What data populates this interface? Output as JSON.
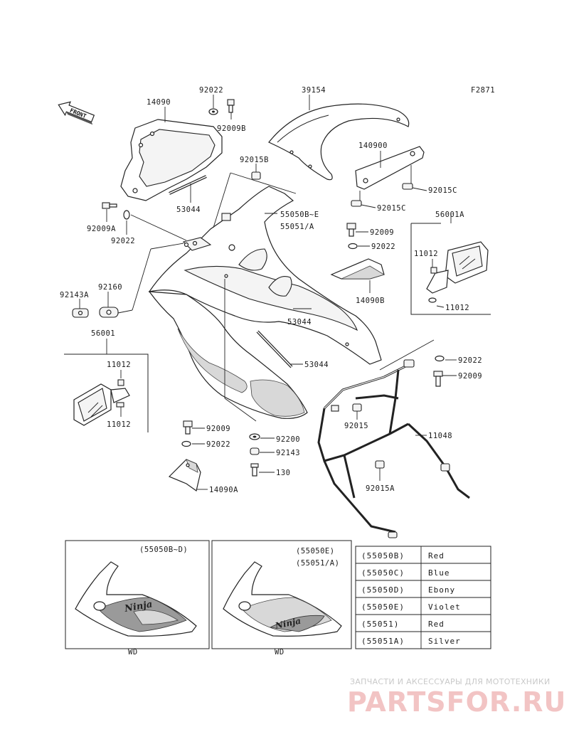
{
  "figure_code": "F2871",
  "front_arrow_label": "FRONT",
  "labels": {
    "p14090": "14090",
    "p92022_top": "92022",
    "p92009B": "92009B",
    "p39154": "39154",
    "p140900": "140900",
    "p92015C_a": "92015C",
    "p92015C_b": "92015C",
    "p92015B": "92015B",
    "p53044_top": "53044",
    "p92009A": "92009A",
    "p92022_left": "92022",
    "p55050": "55050B~E",
    "p55051": "55051/A",
    "p92009_mid": "92009",
    "p92022_mid": "92022",
    "p56001A": "56001A",
    "p11012_r1": "11012",
    "p11012_r2": "11012",
    "p14090B": "14090B",
    "p92143A": "92143A",
    "p92160": "92160",
    "p53044_mid": "53044",
    "p53044_low": "53044",
    "p56001": "56001",
    "p11012_l1": "11012",
    "p11012_l2": "11012",
    "p92022_r": "92022",
    "p92009_r": "92009",
    "p92015": "92015",
    "p11048": "11048",
    "p92015A": "92015A",
    "p92009_low": "92009",
    "p92022_low": "92022",
    "p92200": "92200",
    "p92143": "92143",
    "p130": "130",
    "p14090A": "14090A"
  },
  "variant_boxes": [
    {
      "code": "(55050B~D)",
      "caption": "WD",
      "decal": "Ninja"
    },
    {
      "code_line1": "(55050E)",
      "code_line2": "(55051/A)",
      "caption": "WD",
      "decal": "Ninja"
    }
  ],
  "color_table": [
    {
      "part": "(55050B)",
      "color": "Red"
    },
    {
      "part": "(55050C)",
      "color": "Blue"
    },
    {
      "part": "(55050D)",
      "color": "Ebony"
    },
    {
      "part": "(55050E)",
      "color": "Violet"
    },
    {
      "part": "(55051)",
      "color": "Red"
    },
    {
      "part": "(55051A)",
      "color": "Silver"
    }
  ],
  "watermark": {
    "tagline": "ЗАПЧАСТИ И АКСЕССУАРЫ ДЛЯ МОТОТЕХНИКИ",
    "logo": "PARTSFOR.RU"
  }
}
